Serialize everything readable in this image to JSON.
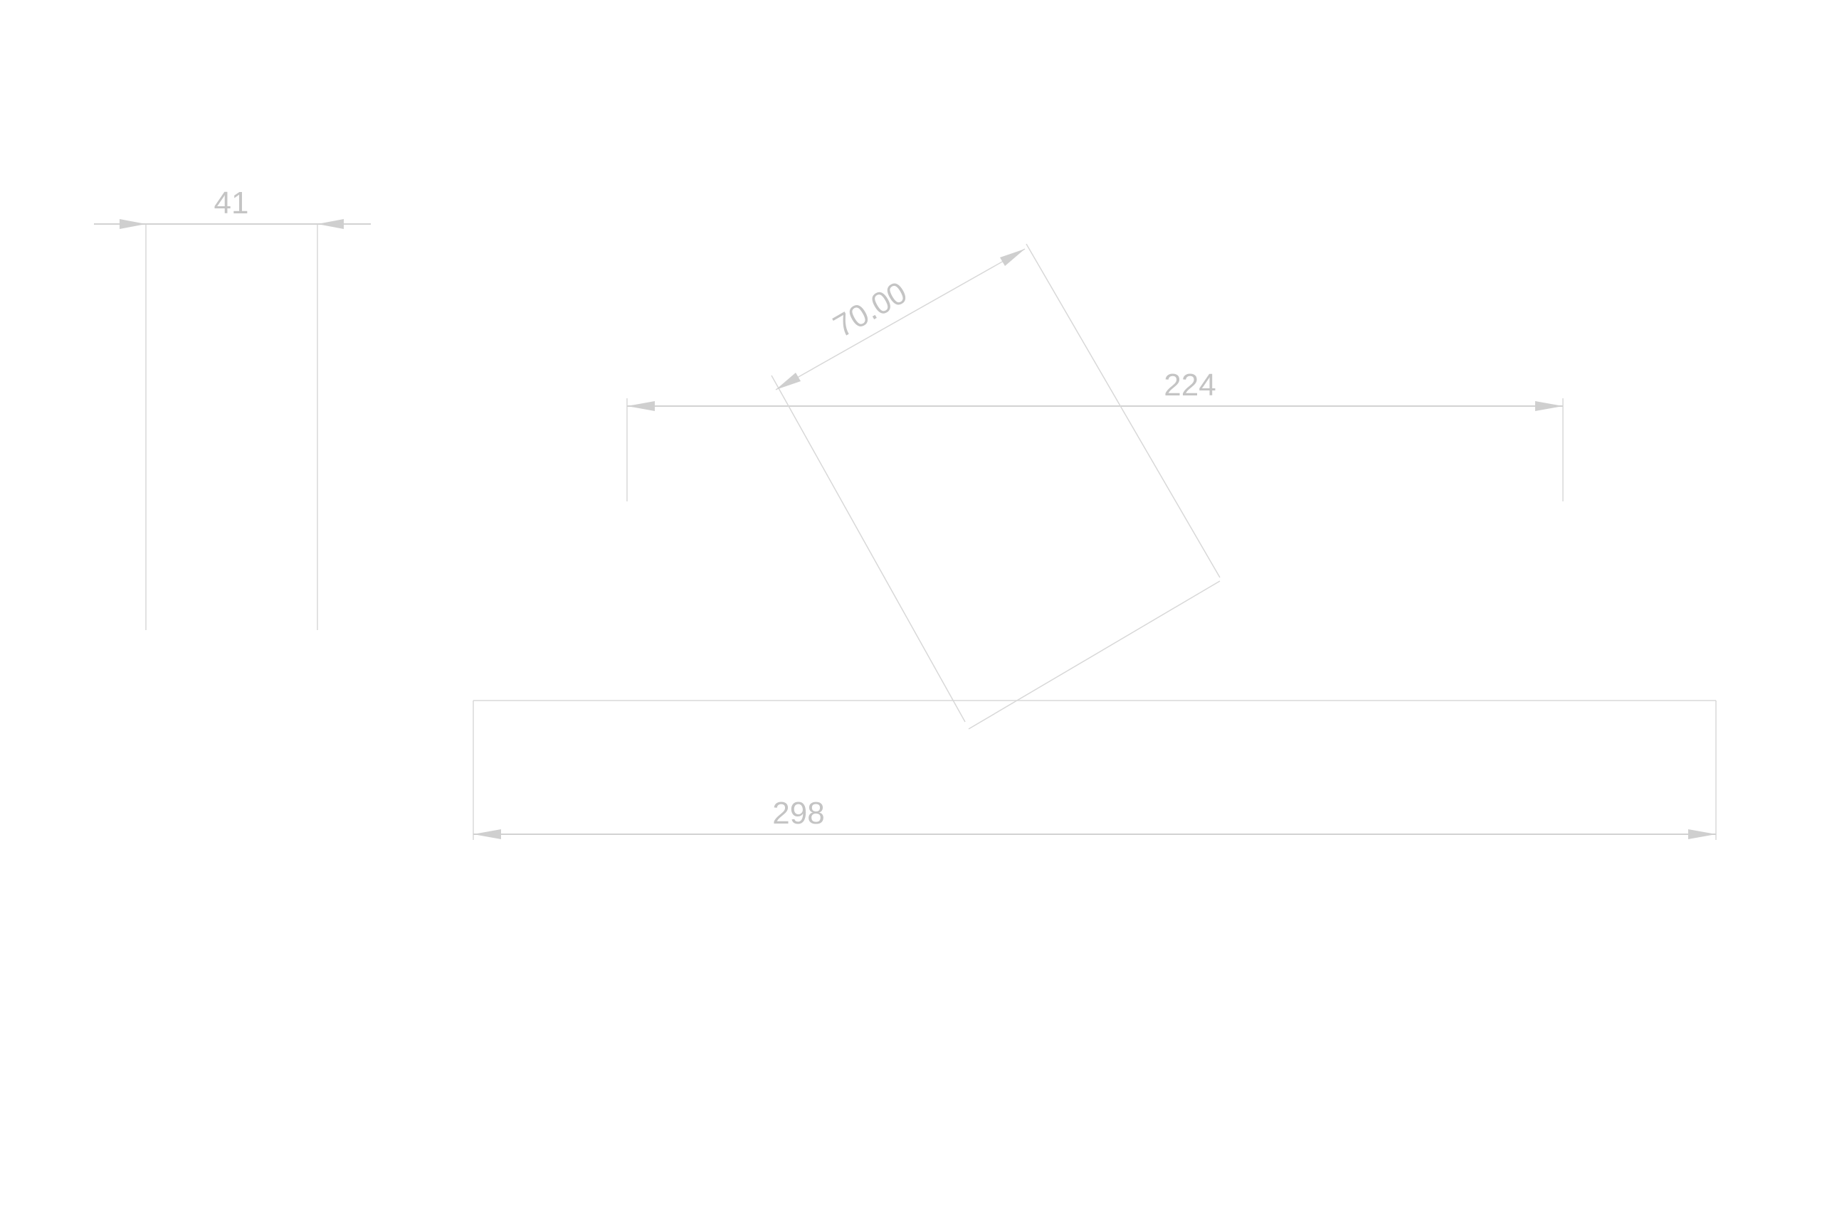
{
  "drawing": {
    "dimensions": {
      "width_side": "41",
      "inner_length": "224",
      "overall_length": "298",
      "rotated_edge": "70.00"
    },
    "line_color": "#d2d2d2",
    "text_color": "#c4c4c4"
  }
}
